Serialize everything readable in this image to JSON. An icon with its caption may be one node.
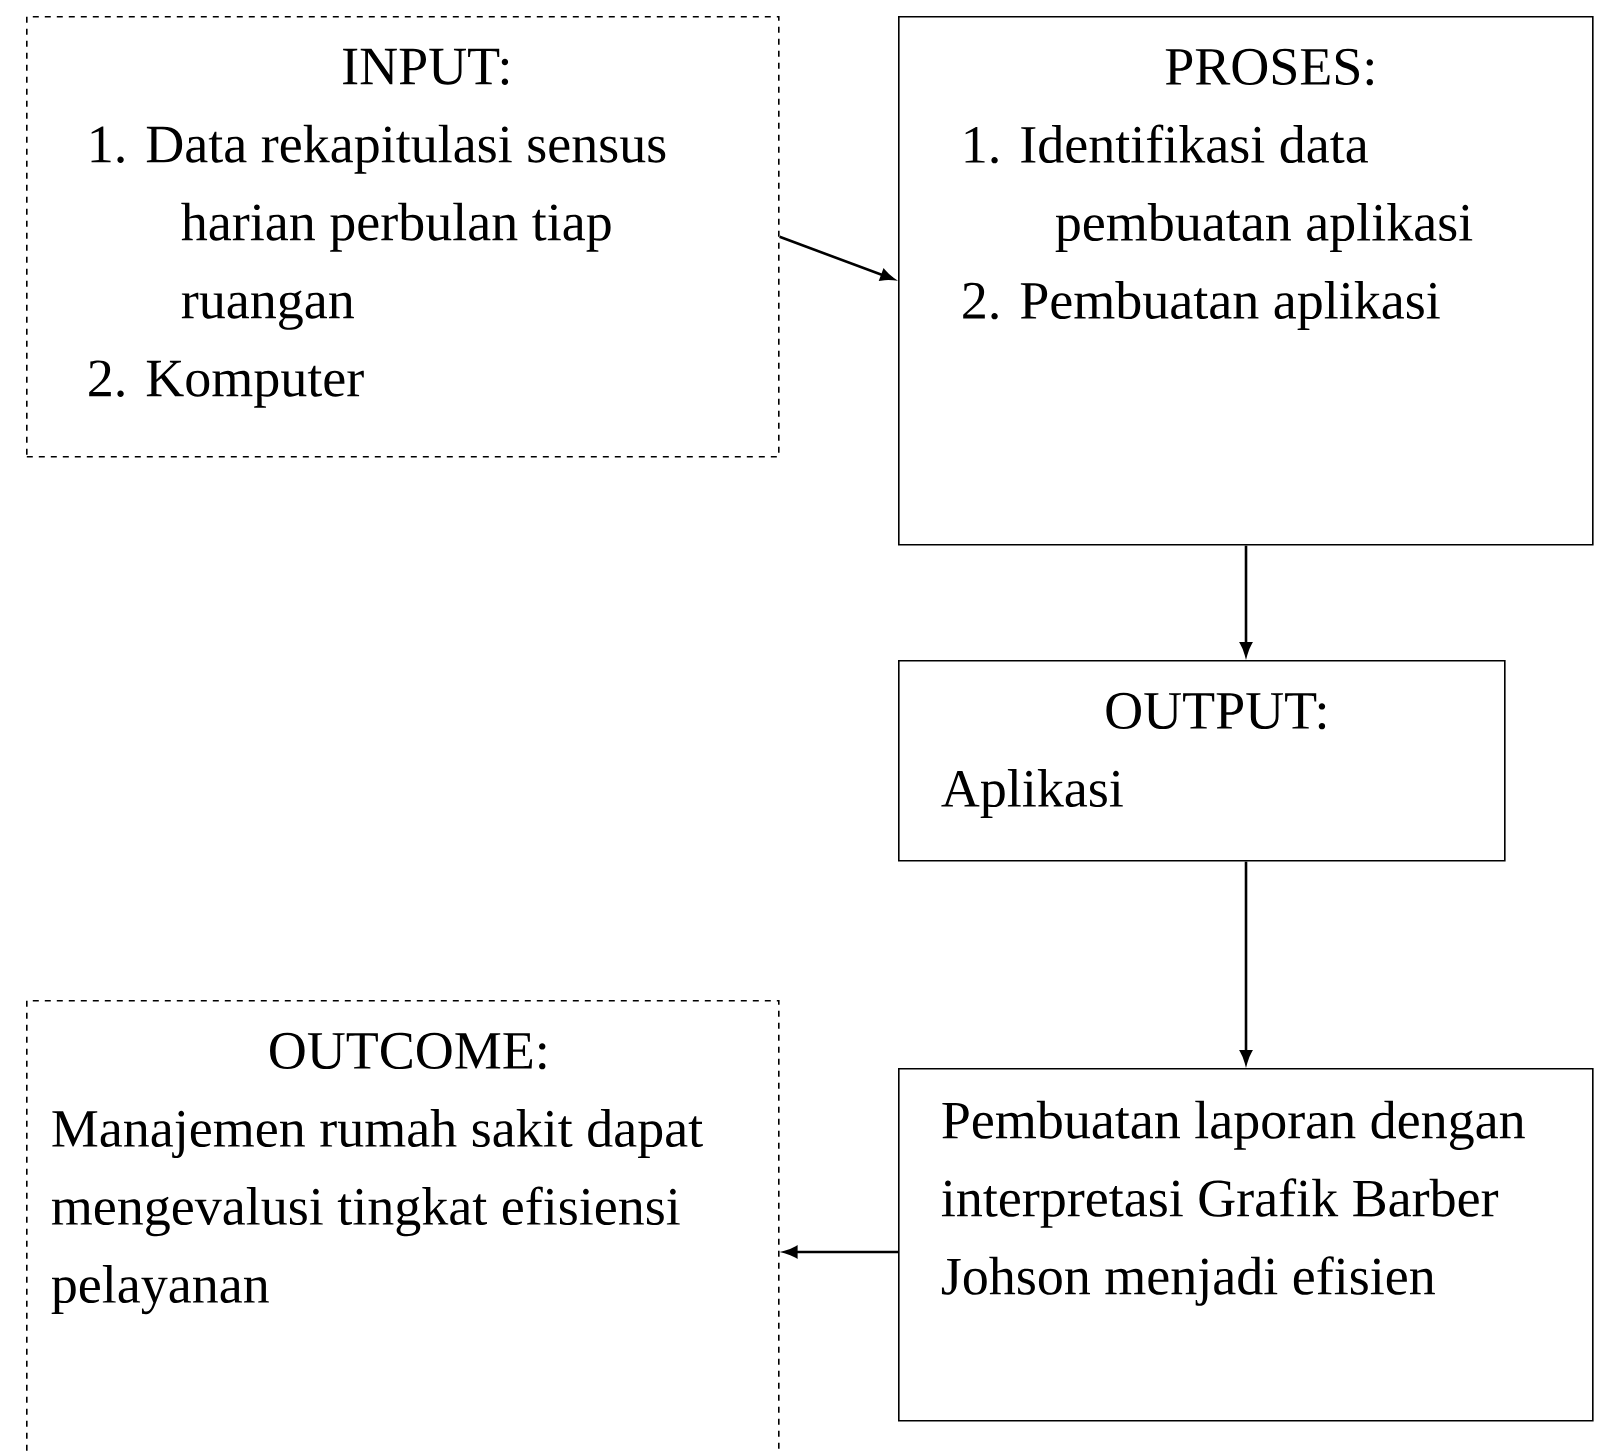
{
  "diagram": {
    "nodes": [
      {
        "text": [
          "INPUT:",
          "1. Data rekapitulasi sensus harian perbulan tiap ruangan",
          "2. Komputer"
        ]
      },
      {
        "text": [
          "PROSES:",
          "1. Identifikasi data pembuatan aplikasi",
          "2. Pembuatan aplikasi"
        ]
      },
      {
        "text": [
          "OUTPUT:",
          "Aplikasi"
        ]
      },
      {
        "text": [
          "Pembuatan laporan dengan interpretasi Grafik Barber Johson menjadi efisien"
        ]
      },
      {
        "text": [
          "OUTCOME:",
          "Manajemen rumah sakit dapat mengevalusi tingkat efisiensi pelayanan"
        ]
      }
    ],
    "edges": [
      {
        "from": 0,
        "to": 1,
        "arrow": "to"
      },
      {
        "from": 1,
        "to": 2,
        "arrow": "to"
      },
      {
        "from": 2,
        "to": 3,
        "arrow": "to"
      },
      {
        "from": 3,
        "to": 4,
        "arrow": "to"
      }
    ]
  }
}
